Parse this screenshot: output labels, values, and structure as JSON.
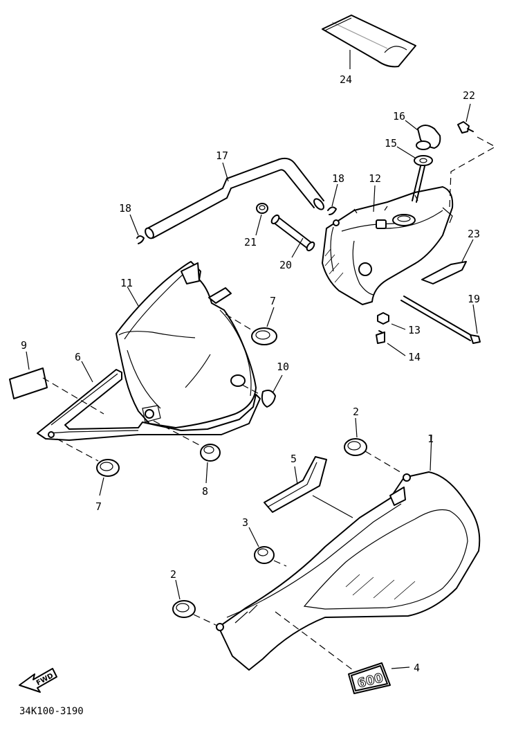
{
  "diagram": {
    "part_code": "34K100-3190",
    "fwd_label": "FWD",
    "emblem_text": "600",
    "callouts": {
      "c1": "1",
      "c2a": "2",
      "c2b": "2",
      "c3": "3",
      "c4": "4",
      "c5": "5",
      "c6": "6",
      "c7a": "7",
      "c7b": "7",
      "c8": "8",
      "c9": "9",
      "c10": "10",
      "c11": "11",
      "c12": "12",
      "c13": "13",
      "c14": "14",
      "c15": "15",
      "c16": "16",
      "c17": "17",
      "c18a": "18",
      "c18b": "18",
      "c19": "19",
      "c20": "20",
      "c21": "21",
      "c22": "22",
      "c23": "23",
      "c24": "24"
    }
  }
}
